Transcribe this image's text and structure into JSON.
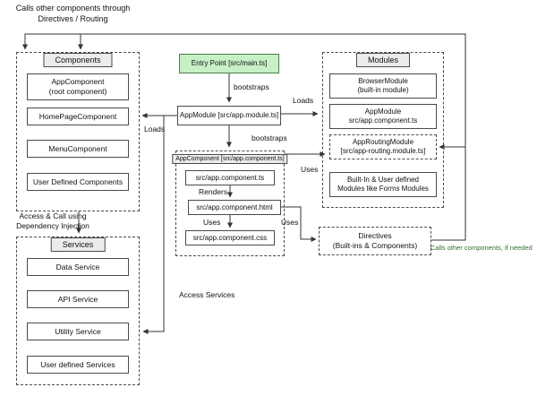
{
  "colors": {
    "entry_fill": "#c7f0c7",
    "title_fill": "#ececec",
    "annotation_green": "#2f6f2f"
  },
  "annotations": {
    "top_left": "Calls other components through\nDirectives / Routing",
    "dependency_injection": "Access & Call using\nDependency Injection",
    "access_services": "Access Services",
    "calls_other_components": "Calls other components, if needed"
  },
  "edge_labels": {
    "bootstraps_entry": "bootstraps",
    "bootstraps_module": "bootstraps",
    "loads_modules": "Loads",
    "loads_components": "Loads",
    "renders": "Renders",
    "uses_css": "Uses",
    "uses_directives": "Uses",
    "uses_routing": "Uses"
  },
  "entry_point": {
    "label": "Entry Point [src/main.ts]"
  },
  "app_module": {
    "label": "AppModule [src/app.module.ts]"
  },
  "components": {
    "title": "Components",
    "items": [
      {
        "label": "AppComponent\n(root component)"
      },
      {
        "label": "HomePageComponent"
      },
      {
        "label": "MenuComponent"
      },
      {
        "label": "User Defined Components"
      }
    ]
  },
  "app_component": {
    "title": "AppComponent [src/app.component.ts]",
    "items": [
      {
        "label": "src/app.component.ts"
      },
      {
        "label": "src/app.component.html"
      },
      {
        "label": "src/app.component.css"
      }
    ]
  },
  "modules": {
    "title": "Modules",
    "items": [
      {
        "label": "BrowserModule\n(built-in module)"
      },
      {
        "label": "AppModule\nsrc/app.component.ts"
      },
      {
        "label": "AppRoutingModule\n[src/app-routing.module.ts]"
      },
      {
        "label": "Built-In & User defined\nModules like Forms Modules"
      }
    ]
  },
  "directives": {
    "label": "Directives\n(Built-ins & Components)"
  },
  "services": {
    "title": "Services",
    "items": [
      {
        "label": "Data Service"
      },
      {
        "label": "API Service"
      },
      {
        "label": "Utility Service"
      },
      {
        "label": "User defined Services"
      }
    ]
  }
}
